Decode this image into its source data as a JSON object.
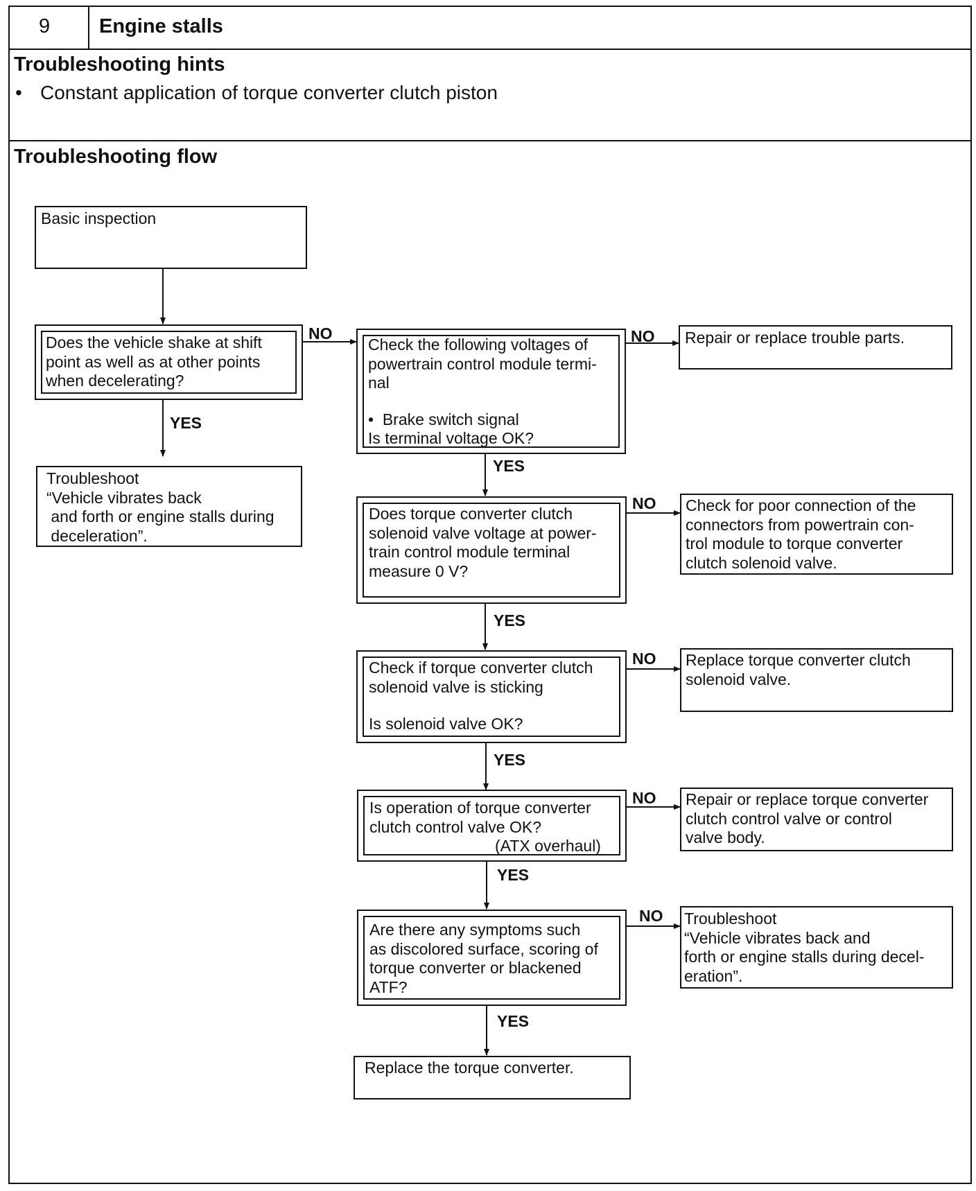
{
  "header": {
    "number": "9",
    "title": "Engine stalls"
  },
  "hints": {
    "heading": "Troubleshooting hints",
    "items": [
      "Constant application of torque converter clutch piston"
    ]
  },
  "flow": {
    "heading": "Troubleshooting flow",
    "labels": {
      "yes": "YES",
      "no": "NO"
    },
    "basic": "Basic inspection",
    "q1": "Does the vehicle shake at shift\npoint as well as at other points\nwhen decelerating?",
    "t1": "Troubleshoot\n“Vehicle vibrates back\n and forth or engine stalls during\n deceleration”.",
    "q2": "Check the following voltages of\npowertrain control module termi-\nnal",
    "q2_item": "•  Brake switch signal",
    "q2_question": "Is terminal voltage OK?",
    "a2": "Repair or replace trouble parts.",
    "q3": "Does torque converter clutch\nsolenoid valve voltage at power-\ntrain control module terminal\nmeasure 0 V?",
    "a3": "Check for poor connection of the\nconnectors from powertrain con-\ntrol module to torque converter\nclutch solenoid valve.",
    "q4": "Check if torque converter clutch\nsolenoid valve is sticking",
    "q4_question": "Is solenoid valve OK?",
    "a4": "Replace torque converter clutch\nsolenoid valve.",
    "q5": "Is operation of torque converter\nclutch control valve OK?",
    "q5_note": "(ATX overhaul)",
    "a5": "Repair or replace torque converter\nclutch control valve or control\nvalve body.",
    "q6": "Are there any symptoms such\nas discolored surface, scoring of\ntorque converter or blackened\nATF?",
    "a6": "Troubleshoot\n“Vehicle vibrates back and\nforth or engine stalls during decel-\neration”.",
    "end": "Replace the torque converter."
  }
}
